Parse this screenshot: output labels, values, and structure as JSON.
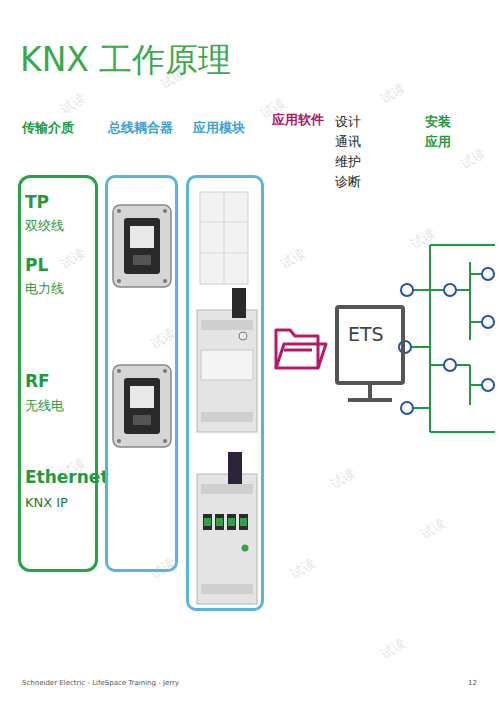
{
  "diagram": {
    "title": "KNX 工作原理",
    "nodes": [
      {
        "text": [
          "传输介质",
          "TP",
          "双绞线",
          "PL",
          "电力线",
          "RF",
          "无线电",
          "Ethernet",
          "KNX IP"
        ]
      },
      {
        "text": [
          "总线耦合器"
        ]
      },
      {
        "text": [
          "应用模块"
        ]
      },
      {
        "text": [
          "ETS"
        ]
      }
    ],
    "labels": [
      "应用软件",
      "设计 通讯 维护 诊断",
      "安装 应用",
      "Schneider Electric - LifeSpace Training - Jerry",
      "12",
      "试读",
      "试读",
      "试读",
      "试读",
      "试读",
      "试读",
      "试读",
      "试读",
      "试读",
      "试读",
      "试读",
      "试读",
      "试读",
      "试读",
      "试读"
    ]
  }
}
